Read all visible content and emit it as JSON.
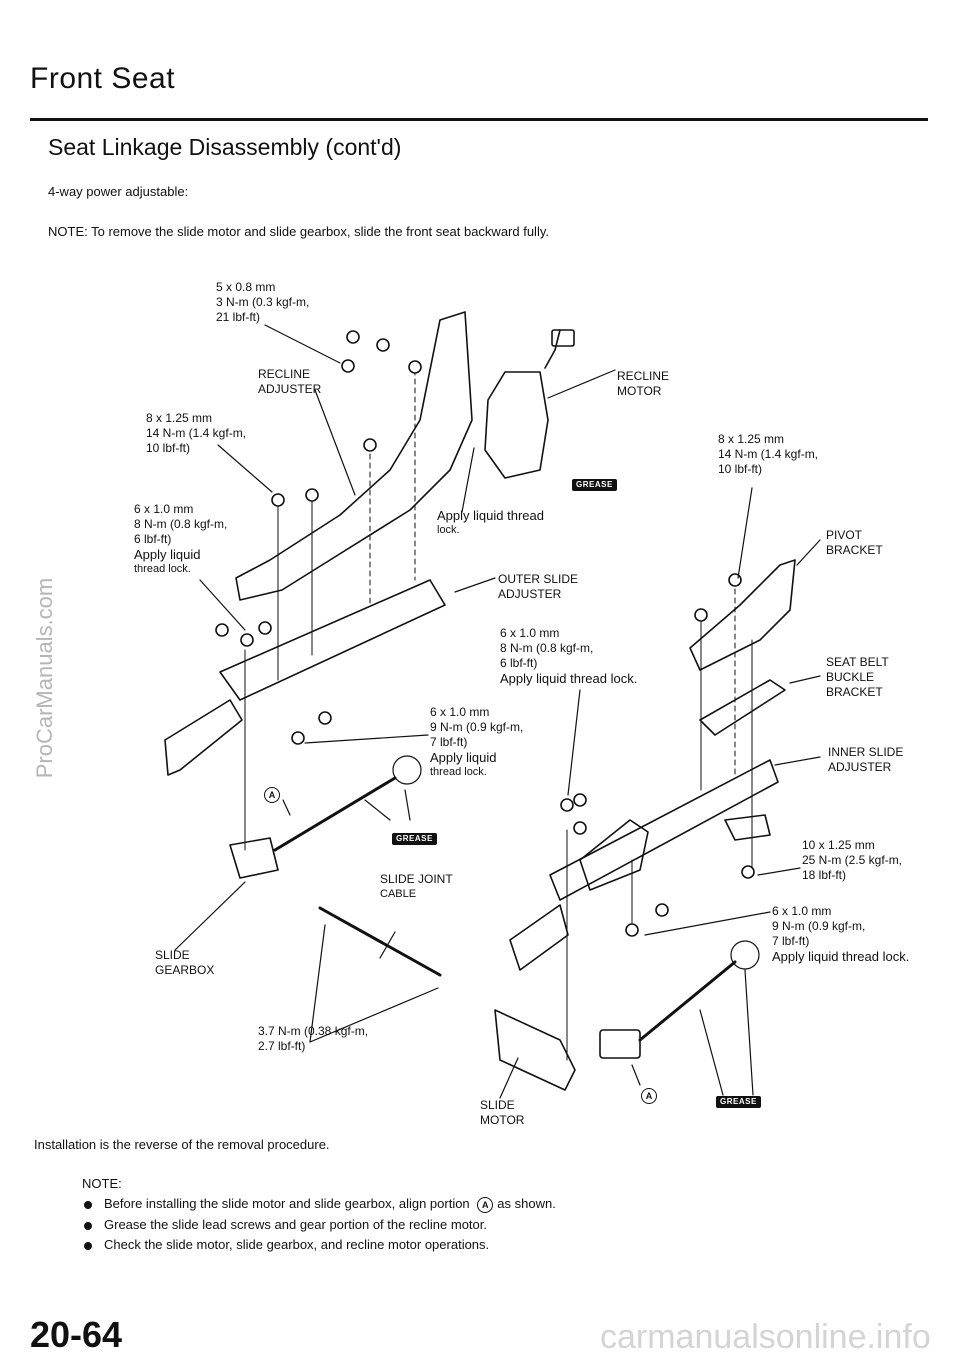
{
  "header": {
    "title": "Front Seat",
    "section": "Seat Linkage Disassembly (cont'd)",
    "intro": "4-way power adjustable:",
    "note": "NOTE:  To remove the slide motor and slide gearbox, slide the front seat backward fully."
  },
  "labels": {
    "spec_5x08": [
      "5 x 0.8 mm",
      "3 N-m (0.3 kgf-m,",
      "21 lbf-ft)"
    ],
    "recline_adjuster": [
      "RECLINE",
      "ADJUSTER"
    ],
    "recline_motor": [
      "RECLINE",
      "MOTOR"
    ],
    "spec_8x125_left": [
      "8 x 1.25 mm",
      "14 N-m (1.4 kgf-m,",
      "10 lbf-ft)"
    ],
    "spec_8x125_right": [
      "8 x 1.25 mm",
      "14 N-m (1.4 kgf-m,",
      "10 lbf-ft)"
    ],
    "spec_6x10_left": [
      "6 x 1.0 mm",
      "8 N-m (0.8 kgf-m,",
      "6 lbf-ft)",
      "Apply liquid",
      "thread lock."
    ],
    "apply_liquid_thread_lock": [
      "Apply liquid thread",
      "lock."
    ],
    "pivot_bracket": [
      "PIVOT",
      "BRACKET"
    ],
    "outer_slide_adjuster": [
      "OUTER SLIDE",
      "ADJUSTER"
    ],
    "spec_6x10_middle": [
      "6 x 1.0 mm",
      "8 N-m (0.8 kgf-m,",
      "6 lbf-ft)",
      "Apply liquid thread lock."
    ],
    "seat_belt_buckle_bracket": [
      "SEAT BELT",
      "BUCKLE",
      "BRACKET"
    ],
    "spec_6x10_9nm": [
      "6 x 1.0 mm",
      "9 N-m (0.9 kgf-m,",
      "7 lbf-ft)",
      "Apply liquid",
      "thread lock."
    ],
    "inner_slide_adjuster": [
      "INNER SLIDE",
      "ADJUSTER"
    ],
    "spec_10x125": [
      "10 x 1.25 mm",
      "25 N-m (2.5 kgf-m,",
      "18 lbf-ft)"
    ],
    "slide_joint_cable": [
      "SLIDE JOINT",
      "CABLE"
    ],
    "spec_6x10_right": [
      "6 x 1.0 mm",
      "9 N-m (0.9 kgf-m,",
      "7 lbf-ft)",
      "Apply liquid thread lock."
    ],
    "slide_gearbox": [
      "SLIDE",
      "GEARBOX"
    ],
    "spec_37nm": [
      "3.7 N-m (0.38 kgf-m,",
      "2.7 lbf-ft)"
    ],
    "slide_motor": [
      "SLIDE",
      "MOTOR"
    ],
    "grease": "GREASE",
    "a_mark": "A"
  },
  "footer": {
    "install": "Installation is the reverse of the removal procedure.",
    "note_title": "NOTE:",
    "bullets": [
      [
        "Before installing the slide motor and slide gearbox, align portion",
        "as shown."
      ],
      [
        "Grease the slide lead screws and gear portion of the recline motor."
      ],
      [
        "Check the slide motor, slide gearbox, and recline motor operations."
      ]
    ],
    "page_number": "20-64",
    "site": "carmanualsonline.info",
    "watermark": "ProCarManuals.com"
  }
}
